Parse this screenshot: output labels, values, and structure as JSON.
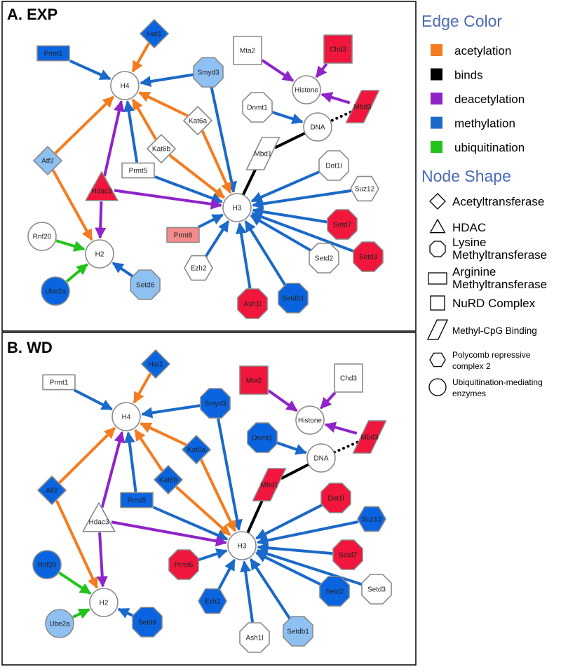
{
  "colors": {
    "acetylation": "#f47c20",
    "binds": "#000000",
    "deacetylation": "#8e24c9",
    "methylation": "#1b69c9",
    "ubiquitination": "#22c41c",
    "fill_white": "#ffffff",
    "fill_dark_blue": "#0a64e0",
    "fill_light_blue": "#8fc0f2",
    "fill_red": "#f0163c",
    "fill_pink": "#f58a8a"
  },
  "panels": [
    {
      "title": "A. EXP",
      "nodes": [
        {
          "id": "H4",
          "label": "H4",
          "shape": "circle",
          "fill": "fill_white"
        },
        {
          "id": "H3",
          "label": "H3",
          "shape": "circle",
          "fill": "fill_white"
        },
        {
          "id": "H2",
          "label": "H2",
          "shape": "circle",
          "fill": "fill_white"
        },
        {
          "id": "Histone",
          "label": "Histone",
          "shape": "circle",
          "fill": "fill_white"
        },
        {
          "id": "DNA",
          "label": "DNA",
          "shape": "circle",
          "fill": "fill_white"
        },
        {
          "id": "Hat1",
          "label": "Hat1",
          "shape": "diamond",
          "fill": "fill_dark_blue"
        },
        {
          "id": "Prmt1",
          "label": "Prmt1",
          "shape": "rect",
          "fill": "fill_dark_blue"
        },
        {
          "id": "Smyd3",
          "label": "Smyd3",
          "shape": "octagon",
          "fill": "fill_light_blue"
        },
        {
          "id": "Kat6a",
          "label": "Kat6a",
          "shape": "diamond",
          "fill": "fill_white"
        },
        {
          "id": "Kat6b",
          "label": "Kat6b",
          "shape": "diamond",
          "fill": "fill_white"
        },
        {
          "id": "Atf2",
          "label": "Atf2",
          "shape": "diamond",
          "fill": "fill_light_blue"
        },
        {
          "id": "Prmt5",
          "label": "Prmt5",
          "shape": "rect",
          "fill": "fill_white"
        },
        {
          "id": "Hdac3",
          "label": "Hdac3",
          "shape": "triangle",
          "fill": "fill_red"
        },
        {
          "id": "Rnf20",
          "label": "Rnf20",
          "shape": "circle",
          "fill": "fill_white"
        },
        {
          "id": "Ube2a",
          "label": "Ube2a",
          "shape": "circle",
          "fill": "fill_dark_blue"
        },
        {
          "id": "Setd6",
          "label": "Setd6",
          "shape": "octagon",
          "fill": "fill_light_blue"
        },
        {
          "id": "Prmt6",
          "label": "Prmt6",
          "shape": "rect",
          "fill": "fill_pink"
        },
        {
          "id": "Ezh2",
          "label": "Ezh2",
          "shape": "hexagon",
          "fill": "fill_white"
        },
        {
          "id": "Ash1l",
          "label": "Ash1l",
          "shape": "octagon",
          "fill": "fill_red"
        },
        {
          "id": "Setdb1",
          "label": "Setdb1",
          "shape": "octagon",
          "fill": "fill_dark_blue"
        },
        {
          "id": "Setd2",
          "label": "Setd2",
          "shape": "octagon",
          "fill": "fill_white"
        },
        {
          "id": "Setd3",
          "label": "Setd3",
          "shape": "octagon",
          "fill": "fill_red"
        },
        {
          "id": "Setd7",
          "label": "Setd7",
          "shape": "octagon",
          "fill": "fill_red"
        },
        {
          "id": "Suz12",
          "label": "Suz12",
          "shape": "hexagon",
          "fill": "fill_white"
        },
        {
          "id": "Dot1l",
          "label": "Dot1l",
          "shape": "octagon",
          "fill": "fill_white"
        },
        {
          "id": "Mbd1",
          "label": "Mbd1",
          "shape": "parallelogram",
          "fill": "fill_white"
        },
        {
          "id": "Dnmt1",
          "label": "Dnmt1",
          "shape": "octagon",
          "fill": "fill_white"
        },
        {
          "id": "Mta2",
          "label": "Mta2",
          "shape": "square",
          "fill": "fill_white"
        },
        {
          "id": "Chd3",
          "label": "Chd3",
          "shape": "square",
          "fill": "fill_red"
        },
        {
          "id": "Mbd3",
          "label": "Mbd3",
          "shape": "parallelogram",
          "fill": "fill_red"
        }
      ]
    },
    {
      "title": "B. WD",
      "nodes": [
        {
          "id": "H4",
          "label": "H4",
          "shape": "circle",
          "fill": "fill_white"
        },
        {
          "id": "H3",
          "label": "H3",
          "shape": "circle",
          "fill": "fill_white"
        },
        {
          "id": "H2",
          "label": "H2",
          "shape": "circle",
          "fill": "fill_white"
        },
        {
          "id": "Histone",
          "label": "Histone",
          "shape": "circle",
          "fill": "fill_white"
        },
        {
          "id": "DNA",
          "label": "DNA",
          "shape": "circle",
          "fill": "fill_white"
        },
        {
          "id": "Hat1",
          "label": "Hat1",
          "shape": "diamond",
          "fill": "fill_dark_blue"
        },
        {
          "id": "Prmt1",
          "label": "Prmt1",
          "shape": "rect",
          "fill": "fill_white"
        },
        {
          "id": "Smyd3",
          "label": "Smyd3",
          "shape": "octagon",
          "fill": "fill_dark_blue"
        },
        {
          "id": "Kat6a",
          "label": "Kat6a",
          "shape": "diamond",
          "fill": "fill_dark_blue"
        },
        {
          "id": "Kat6b",
          "label": "Kat6b",
          "shape": "diamond",
          "fill": "fill_dark_blue"
        },
        {
          "id": "Atf2",
          "label": "Atf2",
          "shape": "diamond",
          "fill": "fill_dark_blue"
        },
        {
          "id": "Prmt5",
          "label": "Prmt5",
          "shape": "rect",
          "fill": "fill_dark_blue"
        },
        {
          "id": "Hdac3",
          "label": "Hdac3",
          "shape": "triangle",
          "fill": "fill_white"
        },
        {
          "id": "Rnf20",
          "label": "Rnf20",
          "shape": "circle",
          "fill": "fill_dark_blue"
        },
        {
          "id": "Ube2a",
          "label": "Ube2a",
          "shape": "circle",
          "fill": "fill_light_blue"
        },
        {
          "id": "Setd6",
          "label": "Setd6",
          "shape": "octagon",
          "fill": "fill_dark_blue"
        },
        {
          "id": "Prmt6",
          "label": "Prmt6",
          "shape": "octagon",
          "fill": "fill_red"
        },
        {
          "id": "Ezh2",
          "label": "Ezh2",
          "shape": "hexagon",
          "fill": "fill_dark_blue"
        },
        {
          "id": "Ash1l",
          "label": "Ash1l",
          "shape": "octagon",
          "fill": "fill_white"
        },
        {
          "id": "Setdb1",
          "label": "Setdb1",
          "shape": "octagon",
          "fill": "fill_light_blue"
        },
        {
          "id": "Setd2",
          "label": "Setd2",
          "shape": "octagon",
          "fill": "fill_dark_blue"
        },
        {
          "id": "Setd3",
          "label": "Setd3",
          "shape": "octagon",
          "fill": "fill_white"
        },
        {
          "id": "Setd7",
          "label": "Setd7",
          "shape": "octagon",
          "fill": "fill_red"
        },
        {
          "id": "Suz12",
          "label": "Suz12",
          "shape": "hexagon",
          "fill": "fill_dark_blue"
        },
        {
          "id": "Dot1l",
          "label": "Dot1l",
          "shape": "octagon",
          "fill": "fill_red"
        },
        {
          "id": "Mbd1",
          "label": "Mbd1",
          "shape": "parallelogram",
          "fill": "fill_red"
        },
        {
          "id": "Dnmt1",
          "label": "Dnmt1",
          "shape": "octagon",
          "fill": "fill_dark_blue"
        },
        {
          "id": "Mta2",
          "label": "Mta2",
          "shape": "square",
          "fill": "fill_red"
        },
        {
          "id": "Chd3",
          "label": "Chd3",
          "shape": "square",
          "fill": "fill_white"
        },
        {
          "id": "Mbd3",
          "label": "Mbd3",
          "shape": "parallelogram",
          "fill": "fill_red"
        }
      ]
    }
  ],
  "edges": [
    {
      "from": "Hat1",
      "to": "H4",
      "type": "acetylation"
    },
    {
      "from": "Prmt1",
      "to": "H4",
      "type": "methylation"
    },
    {
      "from": "Smyd3",
      "to": "H4",
      "type": "methylation"
    },
    {
      "from": "Smyd3",
      "to": "H3",
      "type": "methylation"
    },
    {
      "from": "Kat6a",
      "to": "H4",
      "type": "acetylation"
    },
    {
      "from": "Kat6a",
      "to": "H3",
      "type": "acetylation"
    },
    {
      "from": "Kat6b",
      "to": "H4",
      "type": "acetylation"
    },
    {
      "from": "Kat6b",
      "to": "H3",
      "type": "acetylation"
    },
    {
      "from": "Atf2",
      "to": "H4",
      "type": "acetylation"
    },
    {
      "from": "Atf2",
      "to": "H2",
      "type": "acetylation"
    },
    {
      "from": "Prmt5",
      "to": "H4",
      "type": "methylation"
    },
    {
      "from": "Prmt5",
      "to": "H3",
      "type": "methylation"
    },
    {
      "from": "Hdac3",
      "to": "H4",
      "type": "deacetylation"
    },
    {
      "from": "Hdac3",
      "to": "H3",
      "type": "deacetylation"
    },
    {
      "from": "Hdac3",
      "to": "H2",
      "type": "deacetylation"
    },
    {
      "from": "Rnf20",
      "to": "H2",
      "type": "ubiquitination"
    },
    {
      "from": "Ube2a",
      "to": "H2",
      "type": "ubiquitination"
    },
    {
      "from": "Setd6",
      "to": "H2",
      "type": "methylation"
    },
    {
      "from": "Prmt6",
      "to": "H3",
      "type": "methylation"
    },
    {
      "from": "Ezh2",
      "to": "H3",
      "type": "methylation"
    },
    {
      "from": "Ash1l",
      "to": "H3",
      "type": "methylation"
    },
    {
      "from": "Setdb1",
      "to": "H3",
      "type": "methylation"
    },
    {
      "from": "Setd2",
      "to": "H3",
      "type": "methylation"
    },
    {
      "from": "Setd3",
      "to": "H3",
      "type": "methylation"
    },
    {
      "from": "Setd7",
      "to": "H3",
      "type": "methylation"
    },
    {
      "from": "Suz12",
      "to": "H3",
      "type": "methylation"
    },
    {
      "from": "Dot1l",
      "to": "H3",
      "type": "methylation"
    },
    {
      "from": "Mbd1",
      "to": "H3",
      "type": "binds",
      "arrow": false
    },
    {
      "from": "Mbd1",
      "to": "DNA",
      "type": "binds",
      "arrow": false
    },
    {
      "from": "Dnmt1",
      "to": "DNA",
      "type": "methylation"
    },
    {
      "from": "Mbd3",
      "to": "DNA",
      "type": "binds",
      "arrow": false,
      "dotted": true
    },
    {
      "from": "Mta2",
      "to": "Histone",
      "type": "deacetylation"
    },
    {
      "from": "Chd3",
      "to": "Histone",
      "type": "deacetylation"
    },
    {
      "from": "Mbd3",
      "to": "Histone",
      "type": "deacetylation"
    }
  ],
  "legend": {
    "edge_heading": "Edge Color",
    "edge_items": [
      {
        "label": "acetylation",
        "color": "acetylation"
      },
      {
        "label": "binds",
        "color": "binds"
      },
      {
        "label": "deacetylation",
        "color": "deacetylation"
      },
      {
        "label": "methylation",
        "color": "methylation"
      },
      {
        "label": "ubiquitination",
        "color": "ubiquitination"
      }
    ],
    "shape_heading": "Node Shape",
    "shape_items": [
      {
        "icon": "diamond",
        "lines": [
          "Acetyltransferase"
        ]
      },
      {
        "icon": "triangle",
        "lines": [
          "HDAC"
        ]
      },
      {
        "icon": "octagon",
        "lines": [
          "Lysine",
          "Methyltransferase"
        ]
      },
      {
        "icon": "rect",
        "lines": [
          "Arginine",
          "Methyltransferase"
        ]
      },
      {
        "icon": "square",
        "lines": [
          "NuRD Complex"
        ]
      },
      {
        "icon": "parallelogram",
        "lines": [
          "Methyl-CpG Binding"
        ]
      },
      {
        "icon": "hexagon",
        "lines": [
          "Polycomb repressive",
          "complex 2"
        ]
      },
      {
        "icon": "circle",
        "lines": [
          "Ubiquitination-mediating",
          "enzymes"
        ]
      }
    ]
  }
}
